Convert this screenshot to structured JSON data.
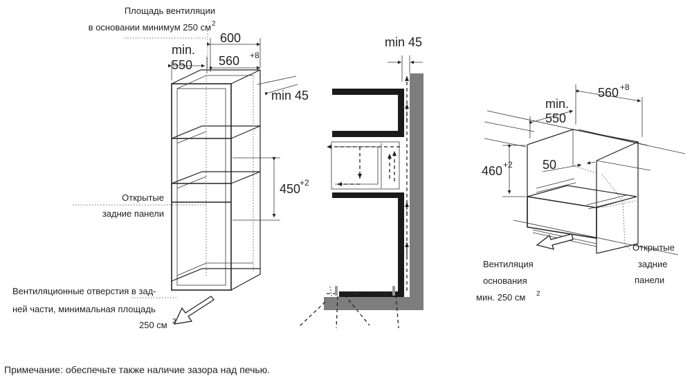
{
  "tall_cabinet": {
    "vent_area_line1": "Площадь вентиляции",
    "vent_area_line2": "в основании минимум 250 см",
    "vent_area_sup": "2",
    "depth_min_label": "min.",
    "depth_min_value": "550",
    "width_600": "600",
    "width_560": "560",
    "width_560_sup": "+8",
    "gap_label": "min 45",
    "height_450": "450",
    "height_450_sup": "+2",
    "open_panels_line1": "Открытые",
    "open_panels_line2": "задние панели",
    "rear_vent_line1": "Вентиляционные отверстия в зад-",
    "rear_vent_line2": "ней части, минимальная площадь",
    "rear_vent_line3": "250 см",
    "rear_vent_sup": "2"
  },
  "side_section": {
    "gap_label": "min 45"
  },
  "undercounter": {
    "depth_min_label": "min.",
    "depth_min_value": "550",
    "width_560": "560",
    "width_560_sup": "+8",
    "height_460": "460",
    "height_460_sup": "+2",
    "gap_50": "50",
    "open_panels_line1": "Открытые",
    "open_panels_line2": "задние",
    "open_panels_line3": "панели",
    "vent_line1": "Вентиляция",
    "vent_line2": "основания",
    "vent_line3": "мин. 250 см",
    "vent_sup": "2"
  },
  "note": "Примечание: обеспечьте также наличие зазора над печью."
}
